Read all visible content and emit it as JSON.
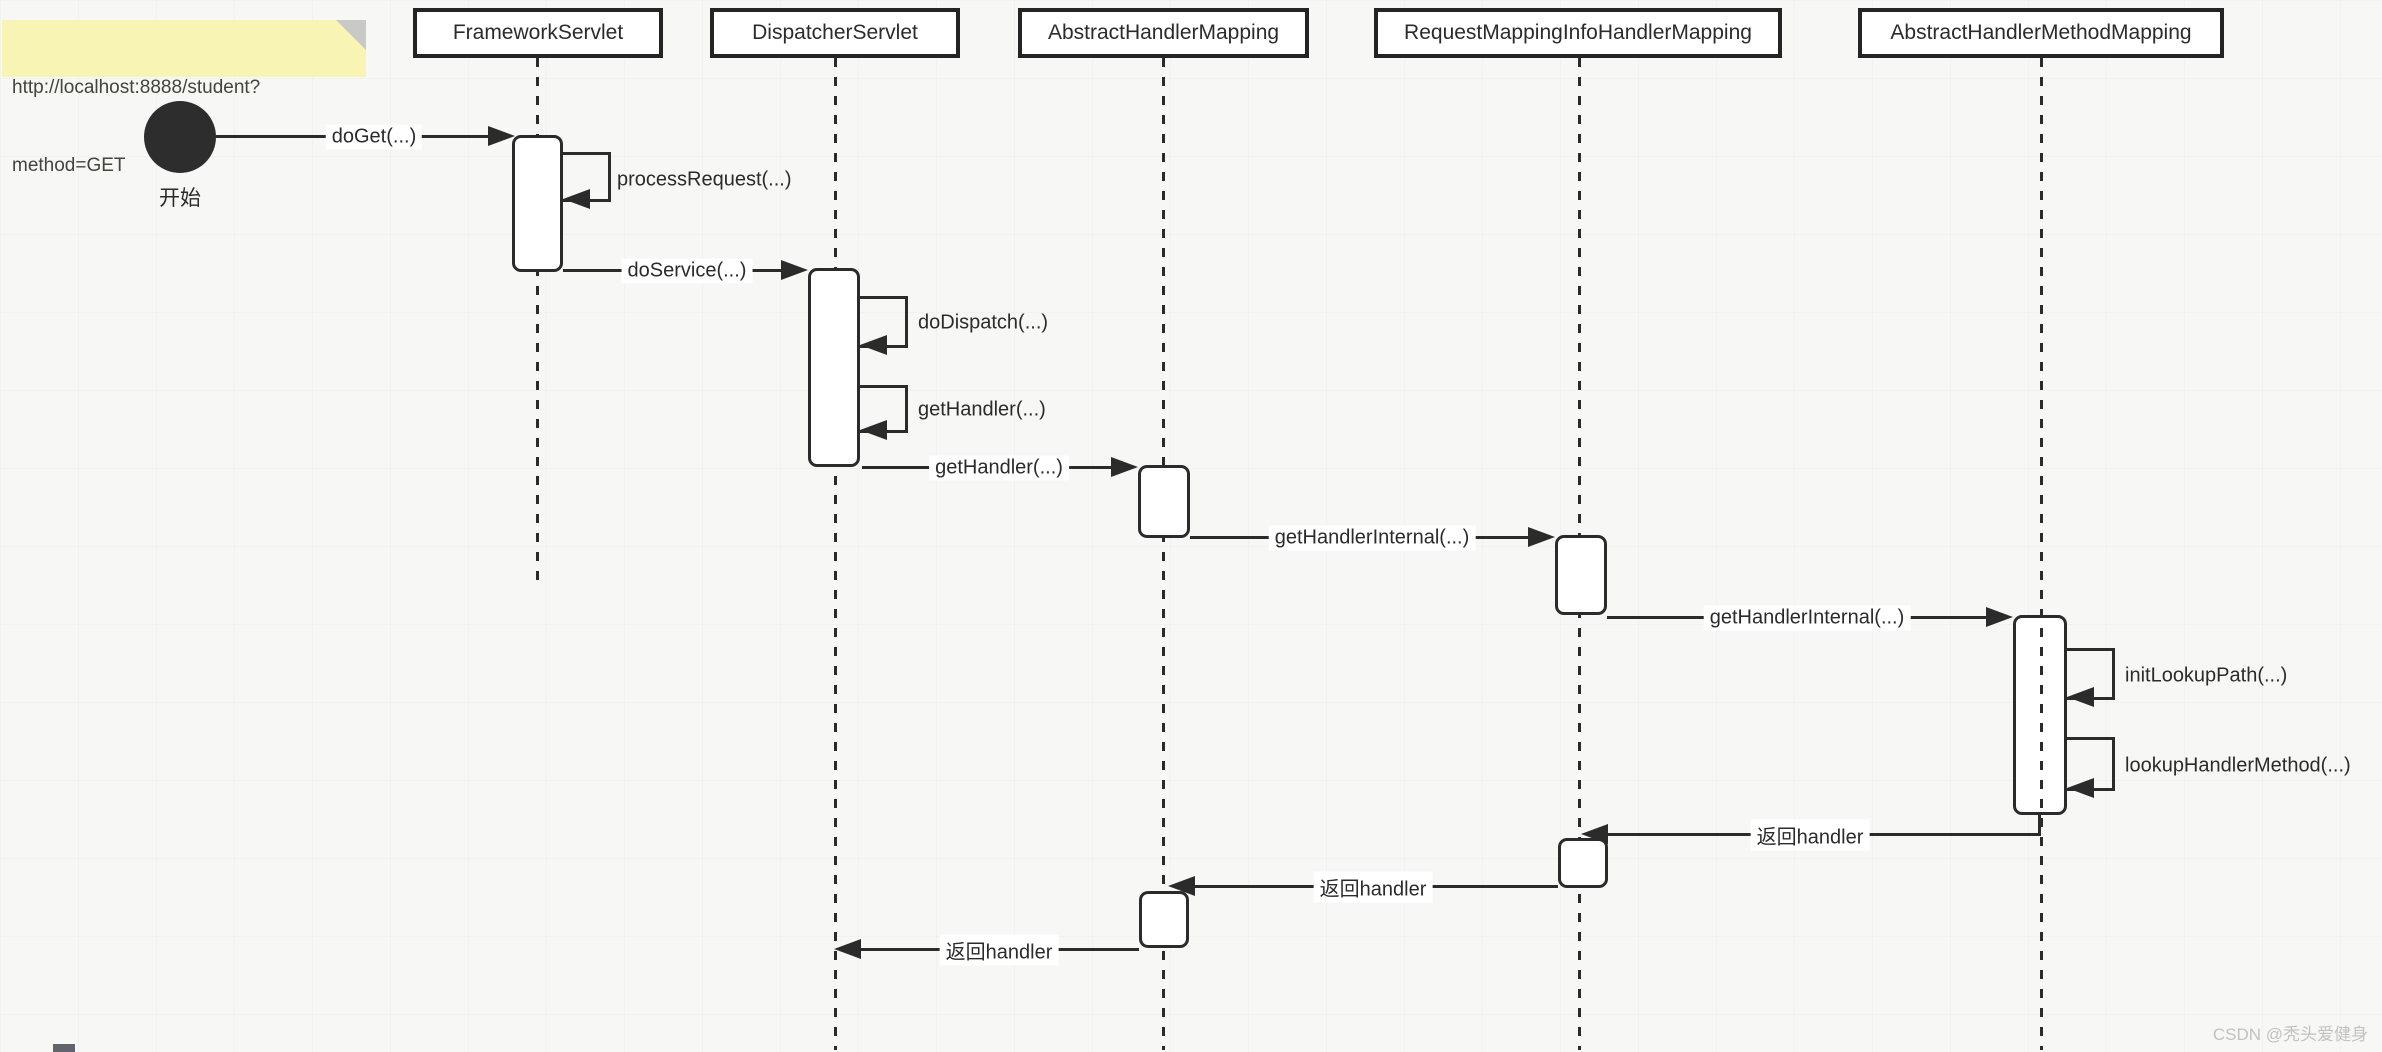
{
  "note": {
    "lines": [
      "http://localhost:8888/student?",
      "method=GET"
    ]
  },
  "start": {
    "label": "开始"
  },
  "participants": [
    {
      "label": "FrameworkServlet"
    },
    {
      "label": "DispatcherServlet"
    },
    {
      "label": "AbstractHandlerMapping"
    },
    {
      "label": "RequestMappingInfoHandlerMapping"
    },
    {
      "label": "AbstractHandlerMethodMapping"
    }
  ],
  "messages": {
    "doGet": "doGet(...)",
    "processRequest": "processRequest(...)",
    "doService": "doService(...)",
    "doDispatch": "doDispatch(...)",
    "getHandlerSelf": "getHandler(...)",
    "getHandler": "getHandler(...)",
    "getHandlerInternal1": "getHandlerInternal(...)",
    "getHandlerInternal2": "getHandlerInternal(...)",
    "initLookupPath": "initLookupPath(...)",
    "lookupHandlerMethod": "lookupHandlerMethod(...)",
    "return1": "返回handler",
    "return2": "返回handler",
    "return3": "返回handler"
  },
  "watermark": "CSDN @秃头爱健身",
  "colors": {
    "line": "#2b2b2b",
    "shape_fill": "#ffffff",
    "note_bg": "#f8f5b4",
    "note_fold": "#c9c9c7",
    "background": "#f7f7f5",
    "watermark": "#c2c2c2",
    "start_node": "#2d2d2d"
  }
}
